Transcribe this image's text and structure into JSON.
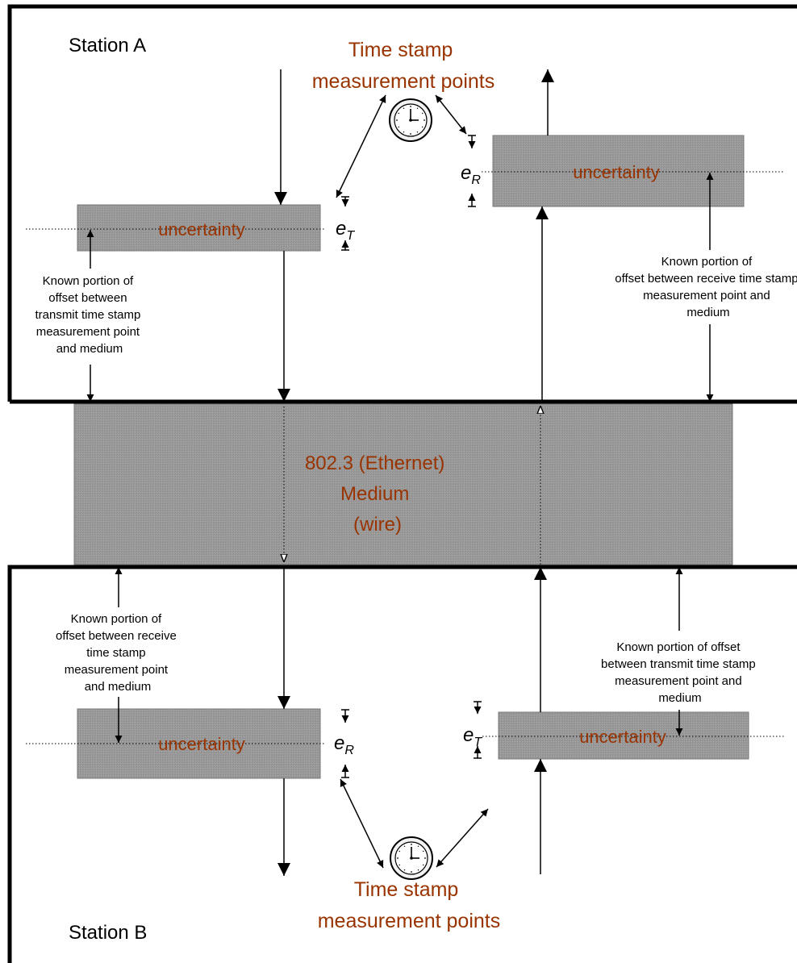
{
  "station_a": {
    "name": "Station A",
    "timestamp_label": [
      "Time stamp",
      "measurement points"
    ],
    "tx_uncertainty": "uncertainty",
    "rx_uncertainty": "uncertainty",
    "e_t": {
      "base": "e",
      "sub": "T"
    },
    "e_r": {
      "base": "e",
      "sub": "R"
    },
    "transmit_offset_note": [
      "Known portion of",
      "offset between",
      "transmit time stamp",
      "measurement point",
      "and medium"
    ],
    "receive_offset_note": [
      "Known portion of",
      "offset between receive time stamp",
      "measurement point and",
      "medium"
    ]
  },
  "medium": {
    "label": [
      "802.3 (Ethernet)",
      "Medium",
      "(wire)"
    ]
  },
  "station_b": {
    "name": "Station B",
    "timestamp_label": [
      "Time stamp",
      "measurement points"
    ],
    "rx_uncertainty": "uncertainty",
    "tx_uncertainty": "uncertainty",
    "e_r": {
      "base": "e",
      "sub": "R"
    },
    "e_t": {
      "base": "e",
      "sub": "T"
    },
    "receive_offset_note": [
      "Known portion of",
      "offset between receive",
      "time stamp",
      "measurement point",
      "and medium"
    ],
    "transmit_offset_note": [
      "Known portion of offset",
      "between transmit time stamp",
      "measurement point and",
      "medium"
    ]
  },
  "colors": {
    "accent_text": "#993300",
    "box_fill": "#999999",
    "medium_fill": "#999999",
    "line": "#000000"
  }
}
